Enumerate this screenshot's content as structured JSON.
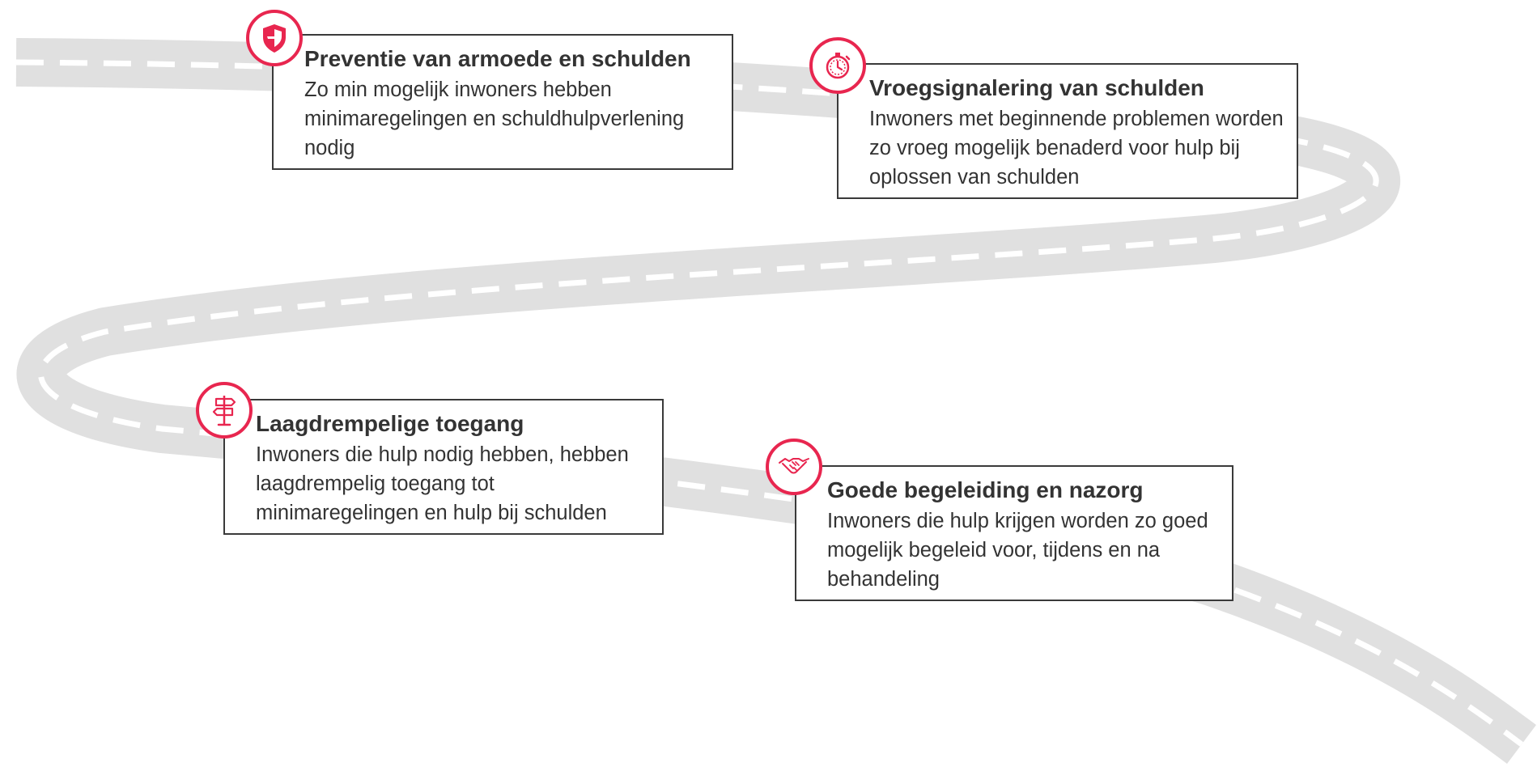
{
  "colors": {
    "accent": "#e8264f",
    "road": "#e0e0e0",
    "road_line": "#ffffff",
    "border": "#3a3a3a",
    "text": "#333333"
  },
  "steps": [
    {
      "title": "Preventie van armoede en schulden",
      "text": "Zo min mogelijk inwoners hebben minimaregelingen en schuldhulpverlening nodig",
      "icon": "shield-icon"
    },
    {
      "title": "Vroegsignalering van schulden",
      "text": "Inwoners met beginnende problemen worden zo vroeg mogelijk benaderd voor hulp bij oplossen van schulden",
      "icon": "stopwatch-icon"
    },
    {
      "title": "Laagdrempelige toegang",
      "text": "Inwoners die hulp nodig hebben, hebben laagdrempelig toegang tot minimaregelingen en hulp bij schulden",
      "icon": "signpost-icon"
    },
    {
      "title": "Goede begeleiding en nazorg",
      "text": "Inwoners die hulp krijgen worden zo goed mogelijk begeleid voor, tijdens en na behandeling",
      "icon": "handshake-icon"
    }
  ]
}
